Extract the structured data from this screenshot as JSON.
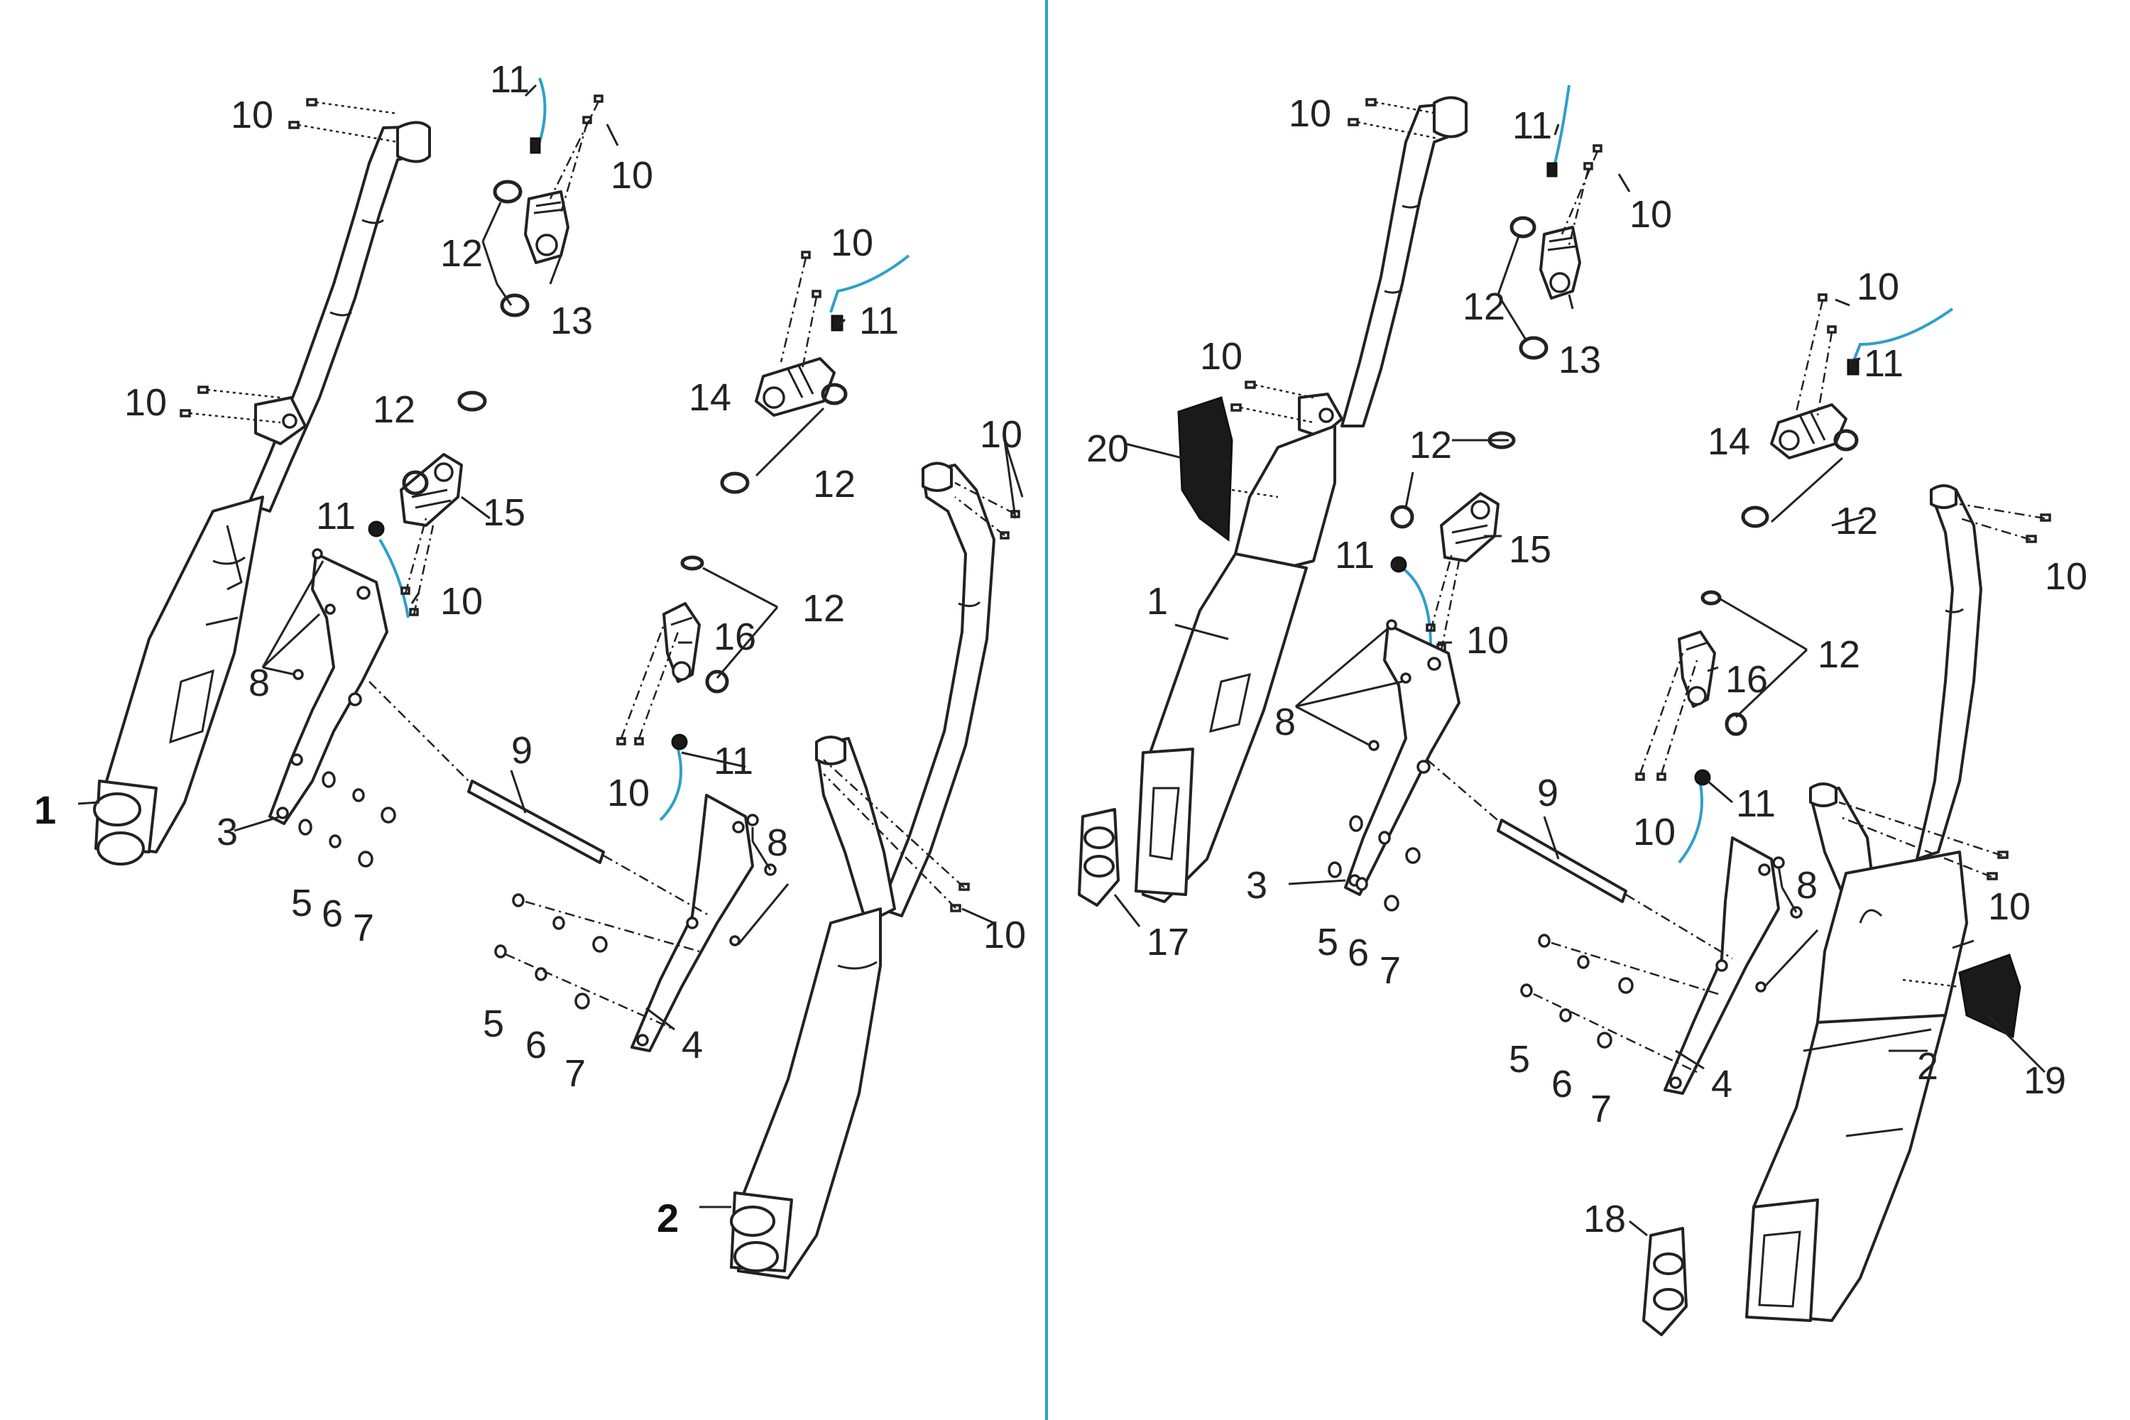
{
  "divider_color": "#2ea0c8",
  "wire_color": "#2ea0c8",
  "left_panel": {
    "callouts": {
      "c10a": "10",
      "c11a": "11",
      "c10b": "10",
      "c12a": "12",
      "c13": "13",
      "c10c": "10",
      "c11b": "11",
      "c14": "14",
      "c12b": "12",
      "c10d": "10",
      "c12c": "12",
      "c10e": "10",
      "c11c": "11",
      "c15": "15",
      "c10f": "10",
      "c12d": "12",
      "c16": "16",
      "c8a": "8",
      "c9": "9",
      "c11d": "11",
      "c10g": "10",
      "c8b": "8",
      "c3": "3",
      "c5a": "5",
      "c6a": "6",
      "c7a": "7",
      "c5b": "5",
      "c6b": "6",
      "c7b": "7",
      "c4": "4",
      "c10h": "10"
    },
    "assembly_1": "1",
    "assembly_2": "2"
  },
  "right_panel": {
    "callouts": {
      "c10a": "10",
      "c11a": "11",
      "c10b": "10",
      "c12a": "12",
      "c13": "13",
      "c10c": "10",
      "c11b": "11",
      "c14": "14",
      "c12b": "12",
      "c10d": "10",
      "c12c": "12",
      "c20": "20",
      "c1": "1",
      "c11c": "11",
      "c15": "15",
      "c10e": "10",
      "c10f": "10",
      "c12d": "12",
      "c16": "16",
      "c8a": "8",
      "c9": "9",
      "c11d": "11",
      "c10g": "10",
      "c8b": "8",
      "c3": "3",
      "c5a": "5",
      "c6a": "6",
      "c7a": "7",
      "c17": "17",
      "c5b": "5",
      "c6b": "6",
      "c7b": "7",
      "c4": "4",
      "c10h": "10",
      "c2": "2",
      "c19": "19",
      "c18": "18"
    }
  }
}
